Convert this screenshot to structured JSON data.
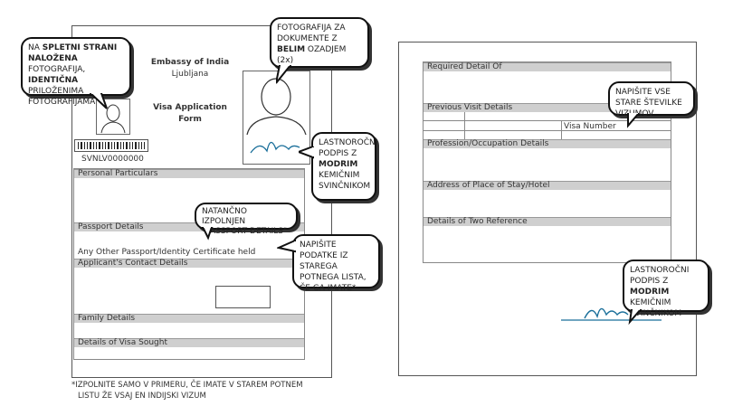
{
  "form": {
    "embassy_line1": "Embassy of India",
    "embassy_line2": "Ljubljana",
    "title_line1": "Visa Application",
    "title_line2": "Form",
    "barcode_number": "SVNLV0000000",
    "sections": {
      "personal": "Personal Particulars",
      "passport": "Passport Details",
      "other_passport": "Any Other Passport/Identity Certificate held",
      "contact": "Applicant's Contact Details",
      "family": "Family Details",
      "visa_sought": "Details of Visa Sought"
    }
  },
  "page2": {
    "sections": {
      "required": "Required Detail Of",
      "previous": "Previous Visit Details",
      "visa_number": "Visa Number",
      "profession": "Profession/Occupation Details",
      "address": "Address of Place of Stay/Hotel",
      "reference": "Details of Two Reference"
    }
  },
  "callouts": {
    "photo_web": {
      "p1": "NA ",
      "b1": "SPLETNI STRANI NALOŽENA",
      "p2": " FOTOGRAFIJA, ",
      "b2": "IDENTIČNA",
      "p3": " PRILOŽENIMA FOTOGRAFIJAMA"
    },
    "photo_doc": {
      "p1": "FOTOGRAFIJA ZA DOKUMENTE Z ",
      "b1": "BELIM",
      "p2": " OZADJEM (2x)"
    },
    "signature1": {
      "p1": "LASTNOROČNI PODPIS Z ",
      "b1": "MODRIM",
      "p2": " KEMIČNIM SVINČNIKOM"
    },
    "passport_details": {
      "line1": "NATANČNO IZPOLNJEN",
      "line2": "\"PASSPORT DETAILS\""
    },
    "old_passport": {
      "text": "NAPIŠITE PODATKE IZ STAREGA POTNEGA LISTA, ČE GA IMATE*"
    },
    "visa_numbers": {
      "text": "NAPIŠITE VSE STARE ŠTEVILKE VIZUMOV"
    },
    "signature2": {
      "p1": "LASTNOROČNI PODPIS Z ",
      "b1": "MODRIM",
      "p2": " KEMIČNIM SVINČNIKOM"
    }
  },
  "footnote": {
    "line1": "*IZPOLNITE SAMO V PRIMERU, ČE IMATE V STAREM POTNEM",
    "line2": "LISTU ŽE VSAJ EN INDIJSKI VIZUM"
  },
  "colors": {
    "signature_blue": "#1a6f9a",
    "bar_gray": "#cfcfcf"
  }
}
